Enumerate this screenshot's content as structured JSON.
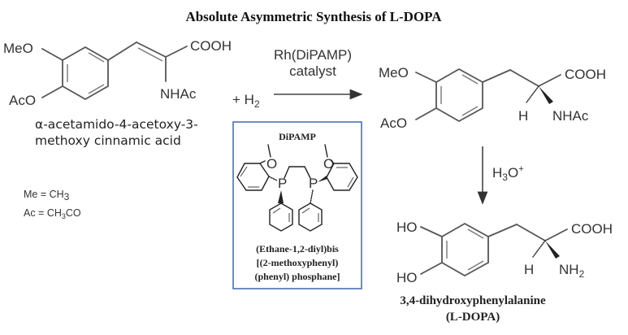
{
  "title": "Absolute Asymmetric Synthesis of L-DOPA",
  "reactant": {
    "substituent_top": "MeO",
    "substituent_bottom": "AcO",
    "acid_group": "COOH",
    "amide_group": "NHAc",
    "name_line1": "α-acetamido-4-acetoxy-3-",
    "name_line2": "methoxy cinnamic acid"
  },
  "reagent": {
    "plus": "+ H",
    "h2_subscript": "2"
  },
  "catalyst_arrow": {
    "line1": "Rh(DiPAMP)",
    "line2": "catalyst"
  },
  "abbreviations": [
    {
      "abbr": "Me = CH",
      "sub": "3",
      "rest": ""
    },
    {
      "abbr": "Ac = CH",
      "sub": "3",
      "rest": "CO"
    }
  ],
  "dipamp_box": {
    "heading": "DiPAMP",
    "phosphorus": "P",
    "oxygen": "O",
    "name_line1": "(Ethane-1,2-diyl)bis",
    "name_line2": "[(2-methoxyphenyl)",
    "name_line3": "(phenyl) phosphane]",
    "border_color": "#4a6fb5"
  },
  "intermediate": {
    "substituent_top": "MeO",
    "substituent_bottom": "AcO",
    "acid_group": "COOH",
    "hydrogen": "H",
    "amide_group": "NHAc"
  },
  "hydrolysis_arrow": {
    "reagent": "H",
    "sub": "3",
    "rest": "O",
    "sup": "+"
  },
  "product": {
    "substituent_top": "HO",
    "substituent_bottom": "HO",
    "acid_group": "COOH",
    "hydrogen": "H",
    "amine_group": "NH",
    "amine_sub": "2",
    "name_line1": "3,4-dihydroxyphenylalanine",
    "name_line2": "(L-DOPA)"
  }
}
